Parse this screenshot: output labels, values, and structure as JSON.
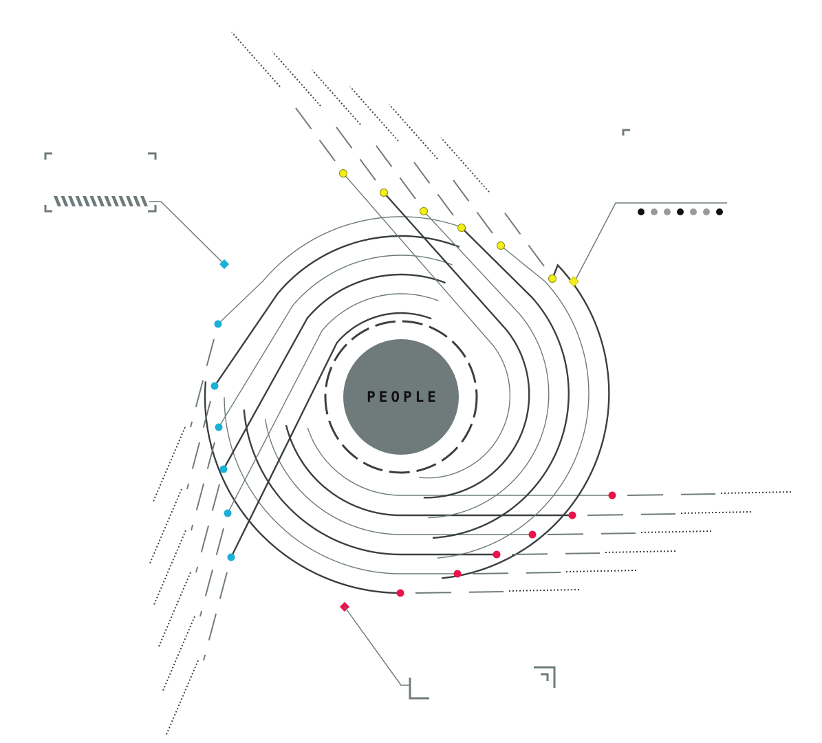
{
  "center": {
    "label": "PEOPLE"
  },
  "colors": {
    "background": "#ffffff",
    "hub": "#6f7b7b",
    "line_dark": "#3a3f40",
    "line_mid": "#6f7b7b",
    "cyan_node": "#1ab0d8",
    "yellow_node": "#f2ee1c",
    "red_node": "#e8154a",
    "dot_black": "#111111",
    "dot_grey": "#9a9a9a"
  },
  "branches": [
    {
      "name": "cyan",
      "node_count": 6,
      "marker": "diamond"
    },
    {
      "name": "yellow",
      "node_count": 6,
      "marker": "diamond"
    },
    {
      "name": "red",
      "node_count": 6,
      "marker": "diamond"
    }
  ],
  "widgets": {
    "striped_bar": {
      "stripe_count": 13
    },
    "dot_row": {
      "pattern": [
        "black",
        "grey",
        "grey",
        "black",
        "grey",
        "grey",
        "black"
      ]
    }
  }
}
